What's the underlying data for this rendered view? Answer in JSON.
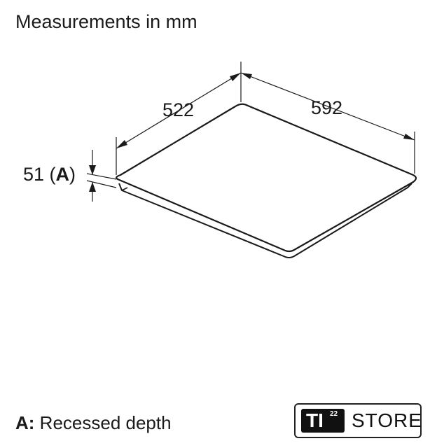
{
  "title": "Measurements in mm",
  "dimensions": {
    "width_label": "592",
    "depth_label": "522",
    "height_value": "51",
    "height_open": " (",
    "height_key": "A",
    "height_close": ")"
  },
  "legend": {
    "key": "A:",
    "text": " Recessed depth"
  },
  "logo": {
    "badge_text": "TI",
    "badge_sup": "22",
    "store_text": "STORE"
  }
}
